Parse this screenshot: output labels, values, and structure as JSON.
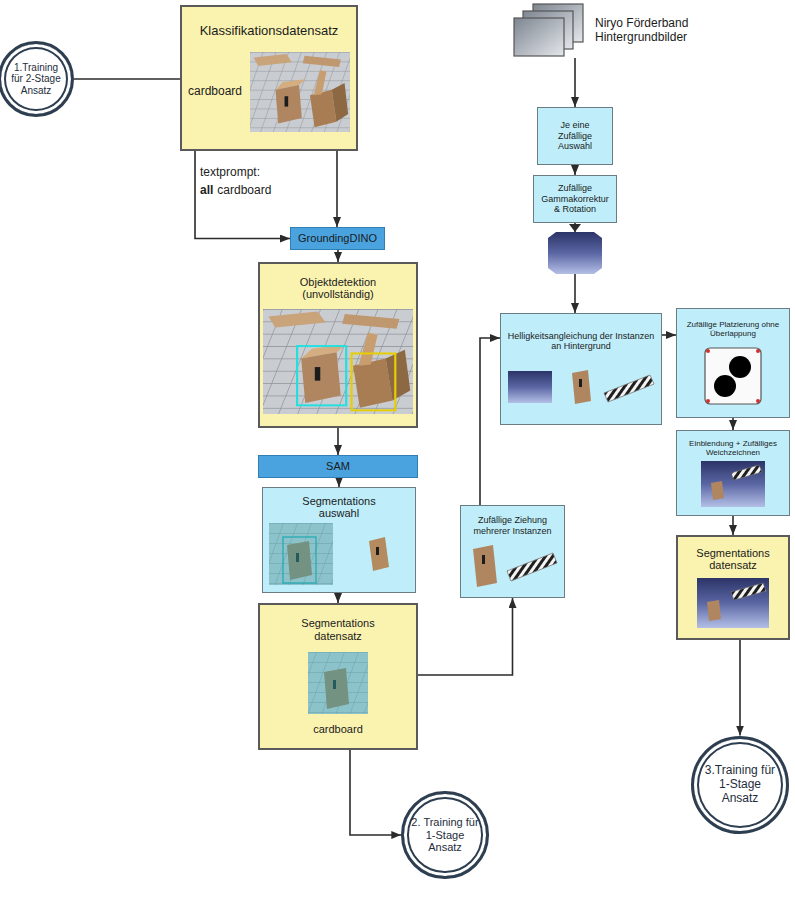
{
  "diagram": {
    "nodes": [
      {
        "text": [
          "1.Training für 2-Stage Ansatz"
        ]
      },
      {
        "text": [
          "Klassifikationsdatensatz",
          "cardboard"
        ]
      },
      {
        "text": [
          "Niryo Förderband Hintergrundbilder"
        ]
      },
      {
        "text": [
          "GroundingDINO"
        ]
      },
      {
        "text": [
          "Je eine Zufällige Auswahl"
        ]
      },
      {
        "text": [
          "Zufällige Gammakorrektur & Rotation"
        ]
      },
      {
        "text": [
          "Objektdetektion (unvollständig)"
        ]
      },
      {
        "text": [
          "Helligkeitsangleichung der Instanzen an Hintergrund"
        ]
      },
      {
        "text": [
          "Zufällige Platzierung ohne Überlappung"
        ]
      },
      {
        "text": [
          "SAM"
        ]
      },
      {
        "text": [
          "Einblendung + Zufälliges Weichzeichnen"
        ]
      },
      {
        "text": [
          "Segmentations auswahl"
        ]
      },
      {
        "text": [
          "Zufällige Ziehung mehrerer Instanzen"
        ]
      },
      {
        "text": [
          "Segmentations datensatz",
          "cardboard"
        ]
      },
      {
        "text": [
          "Segmentations datensatz"
        ]
      },
      {
        "text": [
          "2. Training für 1-Stage Ansatz"
        ]
      },
      {
        "text": [
          "3.Training für 1-Stage Ansatz"
        ]
      }
    ],
    "edges": [
      {
        "from": 0,
        "to": 1,
        "arrow": "none"
      },
      {
        "from": 1,
        "to": 3,
        "arrow": "to"
      },
      {
        "from": 1,
        "to": 3,
        "arrow": "to"
      },
      {
        "from": 3,
        "to": 6,
        "arrow": "to"
      },
      {
        "from": 6,
        "to": 9,
        "arrow": "to"
      },
      {
        "from": 9,
        "to": 11,
        "arrow": "to"
      },
      {
        "from": 11,
        "to": 13,
        "arrow": "to"
      },
      {
        "from": 13,
        "to": 15,
        "arrow": "to"
      },
      {
        "from": 13,
        "to": 12,
        "arrow": "to"
      },
      {
        "from": 12,
        "to": 7,
        "arrow": "to"
      },
      {
        "from": 2,
        "to": 4,
        "arrow": "to"
      },
      {
        "from": 4,
        "to": 5,
        "arrow": "to"
      },
      {
        "from": 5,
        "to": 7,
        "arrow": "to"
      },
      {
        "from": 7,
        "to": 8,
        "arrow": "to"
      },
      {
        "from": 8,
        "to": 10,
        "arrow": "to"
      },
      {
        "from": 10,
        "to": 14,
        "arrow": "to"
      },
      {
        "from": 14,
        "to": 16,
        "arrow": "to"
      }
    ],
    "labels": [
      "textprompt:",
      "all",
      "cardboard"
    ]
  }
}
